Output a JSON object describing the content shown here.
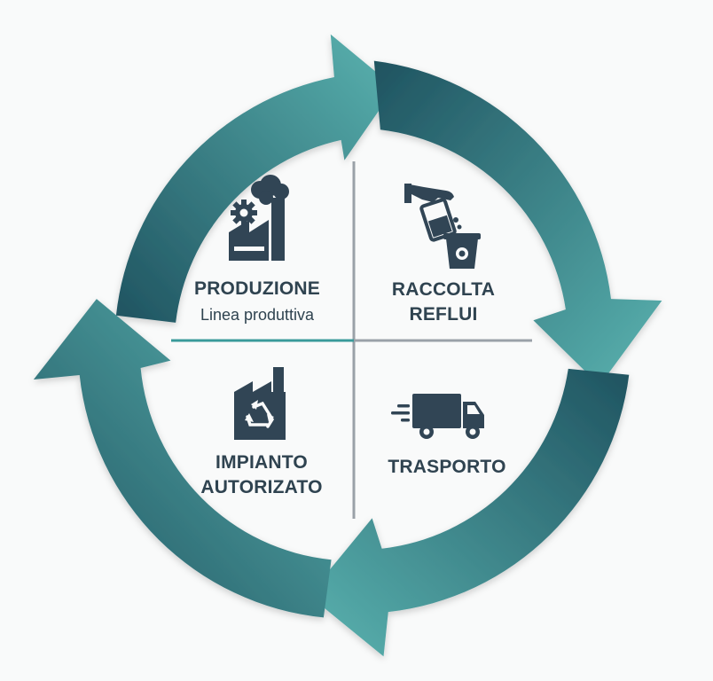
{
  "colors": {
    "arrow_dark": "#1f5360",
    "arrow_light": "#5ab3b0",
    "icon": "#314555",
    "text": "#2f4350",
    "divider": "#9aa1a8",
    "divider_accent": "#3a9a9a",
    "background": "#f9fafa"
  },
  "quadrants": {
    "produzione": {
      "title": "PRODUZIONE",
      "subtitle": "Linea produttiva",
      "icon": "factory-gear-icon"
    },
    "raccolta": {
      "title_line1": "RACCOLTA",
      "title_line2": "REFLUI",
      "icon": "hand-pouring-into-bin-icon"
    },
    "impianto": {
      "title_line1": "IMPIANTO",
      "title_line2": "AUTORIZATO",
      "icon": "recycling-plant-icon"
    },
    "trasporto": {
      "title": "TRASPORTO",
      "icon": "delivery-truck-icon"
    }
  }
}
